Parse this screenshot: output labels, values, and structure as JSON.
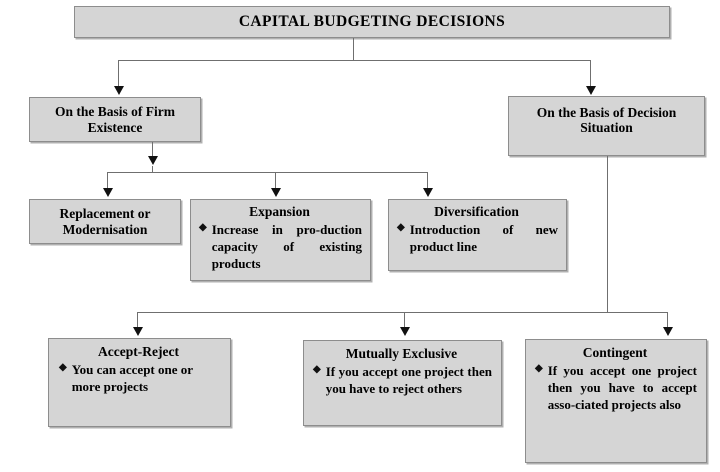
{
  "diagram": {
    "type": "flowchart",
    "orientation": "top-down",
    "palette": {
      "box_fill": "#d5d5d5",
      "box_border": "#8d8d8d",
      "connector": "#6f6f6f",
      "arrow": "#111111",
      "text": "#000000",
      "background": "#ffffff"
    },
    "root": {
      "title": "CAPITAL BUDGETING DECISIONS"
    },
    "branches": [
      {
        "title": "On the Basis of Firm Existence",
        "children": [
          {
            "title": "Replacement or Modernisation",
            "bullets": []
          },
          {
            "title": "Expansion",
            "bullets": [
              "Increase in pro-duction capacity of existing products"
            ],
            "bullet_glyph": "◆"
          },
          {
            "title": "Diversification",
            "bullets": [
              "Introduction of new product line"
            ],
            "bullet_glyph": "◆"
          }
        ]
      },
      {
        "title": "On the Basis of Decision Situation",
        "children": [
          {
            "title": "Accept-Reject",
            "bullets": [
              "You can accept one or more projects"
            ],
            "bullet_glyph": "◆"
          },
          {
            "title": "Mutually Exclusive",
            "bullets": [
              "If you accept one project then you have to reject others"
            ],
            "bullet_glyph": "◆"
          },
          {
            "title": "Contingent",
            "bullets": [
              "If you accept one project then you have to accept asso-ciated projects also"
            ],
            "bullet_glyph": "◆"
          }
        ]
      }
    ]
  }
}
